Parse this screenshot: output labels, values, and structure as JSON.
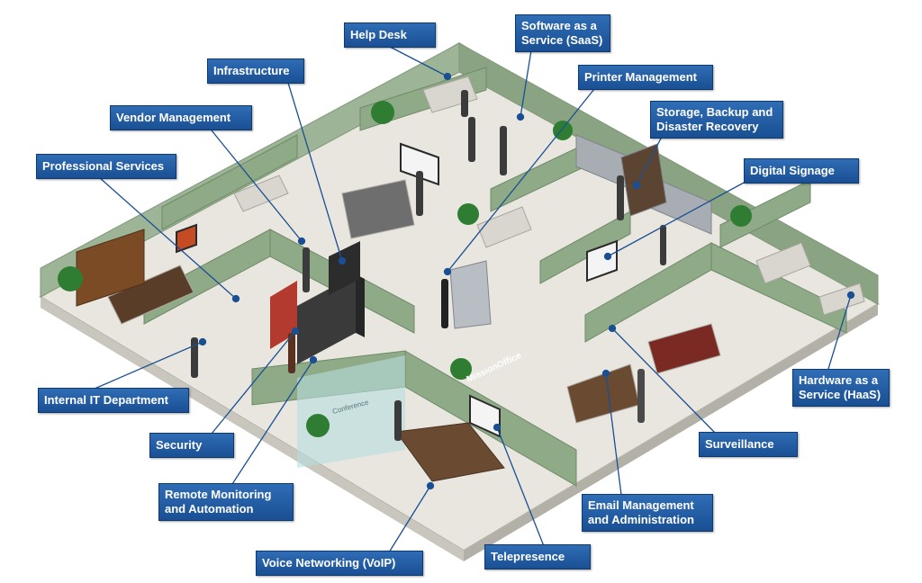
{
  "labels": {
    "help_desk": "Help Desk",
    "saas": "Software as a\nService (SaaS)",
    "infrastructure": "Infrastructure",
    "printer": "Printer Management",
    "vendor": "Vendor Management",
    "storage": "Storage, Backup and\nDisaster Recovery",
    "professional": "Professional Services",
    "signage": "Digital Signage",
    "internal_it": "Internal IT Department",
    "haas": "Hardware as a\nService (HaaS)",
    "security": "Security",
    "surveillance": "Surveillance",
    "remote": "Remote Monitoring\nand Automation",
    "email": "Email Management\nand Administration",
    "voip": "Voice Networking (VoIP)",
    "telepresence": "Telepresence"
  },
  "signs": {
    "mission_office": "MissionOffice",
    "conference": "Conference"
  },
  "colors": {
    "label_bg": "#1f5aa0",
    "floor": "#e8e6df",
    "wall": "#93ad8c",
    "partition": "#8faa86",
    "leader_line": "#1a4f93"
  }
}
